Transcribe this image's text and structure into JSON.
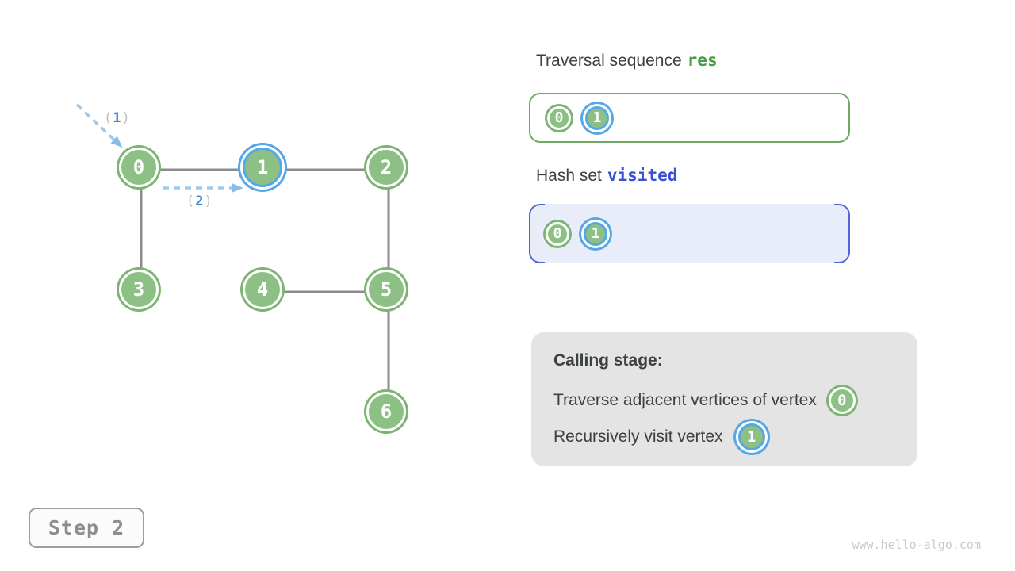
{
  "graph": {
    "nodes": [
      {
        "label": "0",
        "highlighted": false
      },
      {
        "label": "1",
        "highlighted": true
      },
      {
        "label": "2",
        "highlighted": false
      },
      {
        "label": "3",
        "highlighted": false
      },
      {
        "label": "4",
        "highlighted": false
      },
      {
        "label": "5",
        "highlighted": false
      },
      {
        "label": "6",
        "highlighted": false
      }
    ],
    "edges": [
      "0-1",
      "1-2",
      "0-3",
      "2-5",
      "4-5",
      "5-6"
    ],
    "arrows": [
      {
        "open": "(",
        "digit": "1",
        "close": ")"
      },
      {
        "open": "(",
        "digit": "2",
        "close": ")"
      }
    ]
  },
  "res_panel": {
    "title_prefix": "Traversal sequence",
    "title_var": "res",
    "items": [
      {
        "label": "0",
        "highlighted": false
      },
      {
        "label": "1",
        "highlighted": true
      }
    ]
  },
  "visited_panel": {
    "title_prefix": "Hash set",
    "title_var": "visited",
    "items": [
      {
        "label": "0",
        "highlighted": false
      },
      {
        "label": "1",
        "highlighted": true
      }
    ]
  },
  "calling_panel": {
    "title": "Calling stage:",
    "lines": [
      {
        "text": "Traverse adjacent vertices of vertex",
        "badge": "0",
        "badge_highlighted": false
      },
      {
        "text": "Recursively visit vertex",
        "badge": "1",
        "badge_highlighted": true
      }
    ]
  },
  "footer": {
    "step_label": "Step 2",
    "watermark": "www.hello-algo.com"
  },
  "colors": {
    "node_fill": "#8CC084",
    "node_ring": "#7DB373",
    "hl_blue": "#55A7E6",
    "edge_gray": "#8C8C8C",
    "arrow_blue": "#9CCAEE",
    "arrow_head": "#85BCEA",
    "label_digit": "#3F86D8",
    "label_paren": "#BDBDBD",
    "res_var": "#479E47",
    "res_border": "#6FA963",
    "visited_var": "#3B4FD3",
    "visited_border": "#5163D6",
    "visited_bg": "#E9EDF9",
    "panel_bg": "#E3E4E3",
    "text_dark": "#3C4043",
    "step_text": "#8D8D8D",
    "step_border": "#9E9E9E",
    "watermark": "#C9CACB"
  }
}
